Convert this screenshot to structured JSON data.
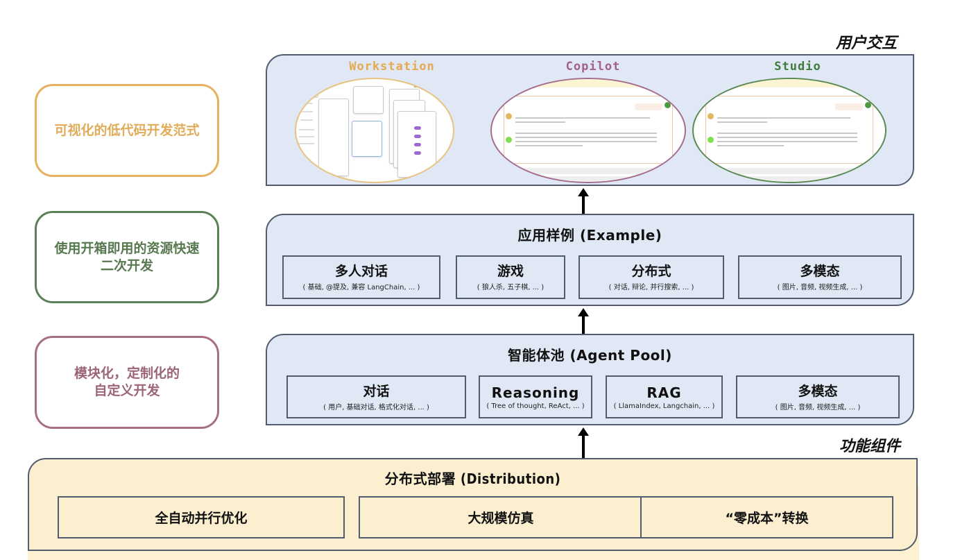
{
  "section_labels": {
    "user_interaction": "用户交互",
    "function_components": "功能组件"
  },
  "side_notes": [
    {
      "text": "可视化的低代码开发范式",
      "color": "#e0ac5a"
    },
    {
      "text": "使用开箱即用的资源快速\n二次开发",
      "color": "#56794f"
    },
    {
      "text": "模块化，定制化的\n自定义开发",
      "color": "#9c6577"
    }
  ],
  "user_interfaces": [
    {
      "name": "Workstation",
      "color": "#e5a94f",
      "preview": "workflow-editor-screenshot"
    },
    {
      "name": "Copilot",
      "color": "#a15f8a",
      "preview": "chat-screenshot"
    },
    {
      "name": "Studio",
      "color": "#3f7a3e",
      "preview": "chat-screenshot"
    }
  ],
  "example_layer": {
    "title": "应用样例 (Example)",
    "items": [
      {
        "title": "多人对话",
        "subtitle": "( 基础, @提及, 兼容 LangChain, ... )"
      },
      {
        "title": "游戏",
        "subtitle": "( 狼人杀, 五子棋, ... )"
      },
      {
        "title": "分布式",
        "subtitle": "( 对话, 辩论, 并行搜索, ... )"
      },
      {
        "title": "多模态",
        "subtitle": "( 图片, 音频, 视频生成, ... )"
      }
    ]
  },
  "agent_layer": {
    "title": "智能体池 (Agent Pool)",
    "items": [
      {
        "title": "对话",
        "subtitle": "( 用户, 基础对话, 格式化对话, ... )"
      },
      {
        "title": "Reasoning",
        "subtitle": "( Tree of thought, ReAct, ... )"
      },
      {
        "title": "RAG",
        "subtitle": "( LlamaIndex, Langchain, ... )"
      },
      {
        "title": "多模态",
        "subtitle": "( 图片, 音频, 视频生成, ... )"
      }
    ]
  },
  "distribution_layer": {
    "title": "分布式部署 (Distribution)",
    "items": [
      {
        "title": "全自动并行优化"
      },
      {
        "title": "大规模仿真"
      },
      {
        "title": "“零成本”转换"
      }
    ]
  },
  "colors": {
    "panel_blue": "#dfe8f4",
    "panel_beige": "#fcefd0",
    "border": "#525c6e"
  }
}
